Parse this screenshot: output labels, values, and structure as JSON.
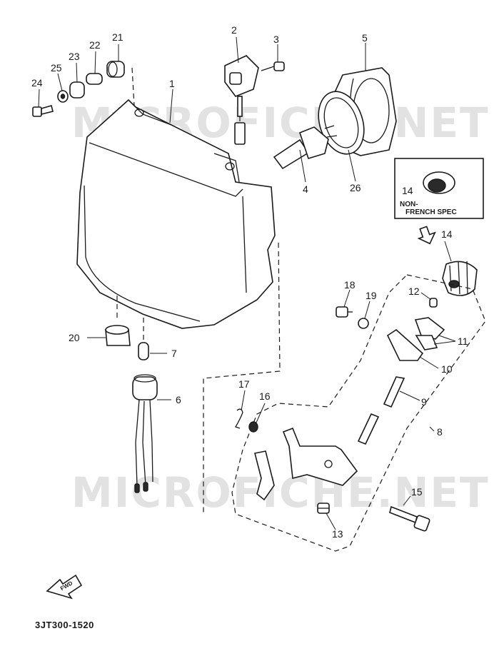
{
  "watermark": "MICROFICHE.NET",
  "diagram_code": "3JT300-1520",
  "fwd_label": "FWD",
  "inset_caption_line1": "NON-",
  "inset_caption_line2": "FRENCH SPEC",
  "callouts": {
    "c1": "1",
    "c2": "2",
    "c3": "3",
    "c4": "4",
    "c5": "5",
    "c6": "6",
    "c7": "7",
    "c8": "8",
    "c9": "9",
    "c10": "10",
    "c11": "11",
    "c12": "12",
    "c13": "13",
    "c14a": "14",
    "c14b": "14",
    "c15": "15",
    "c16": "16",
    "c17": "17",
    "c18": "18",
    "c19": "19",
    "c20": "20",
    "c21": "21",
    "c22": "22",
    "c23": "23",
    "c24": "24",
    "c25": "25",
    "c26": "26"
  }
}
